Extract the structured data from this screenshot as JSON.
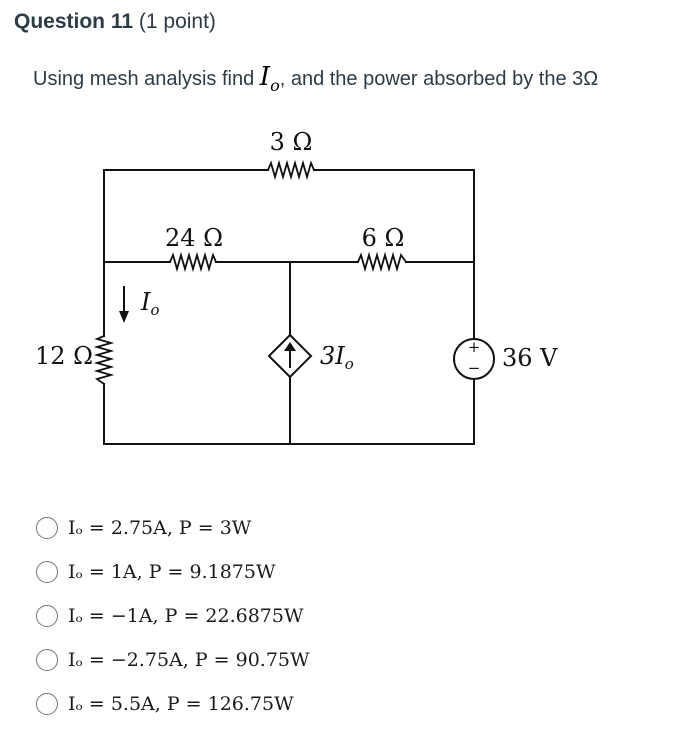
{
  "question": {
    "title": "Question 11",
    "points": "(1 point)",
    "prompt_prefix": "Using mesh analysis find ",
    "prompt_var": "I",
    "prompt_var_sub": "o",
    "prompt_suffix": ", and the power absorbed by the 3Ω"
  },
  "circuit": {
    "r_top": "3 Ω",
    "r_24": "24 Ω",
    "r_6": "6 Ω",
    "r_12": "12 Ω",
    "io_label": "I",
    "io_sub": "o",
    "dep_source_label": "3I",
    "dep_source_sub": "o",
    "voltage_source": "36 V",
    "plus_sign": "+",
    "minus_sign": "−"
  },
  "choices": [
    {
      "label": "Iₒ = 2.75A, P = 3W"
    },
    {
      "label": "Iₒ = 1A, P = 9.1875W"
    },
    {
      "label": "Iₒ = −1A, P = 22.6875W"
    },
    {
      "label": "Iₒ = −2.75A, P = 90.75W"
    },
    {
      "label": "Iₒ = 5.5A, P = 126.75W"
    }
  ]
}
